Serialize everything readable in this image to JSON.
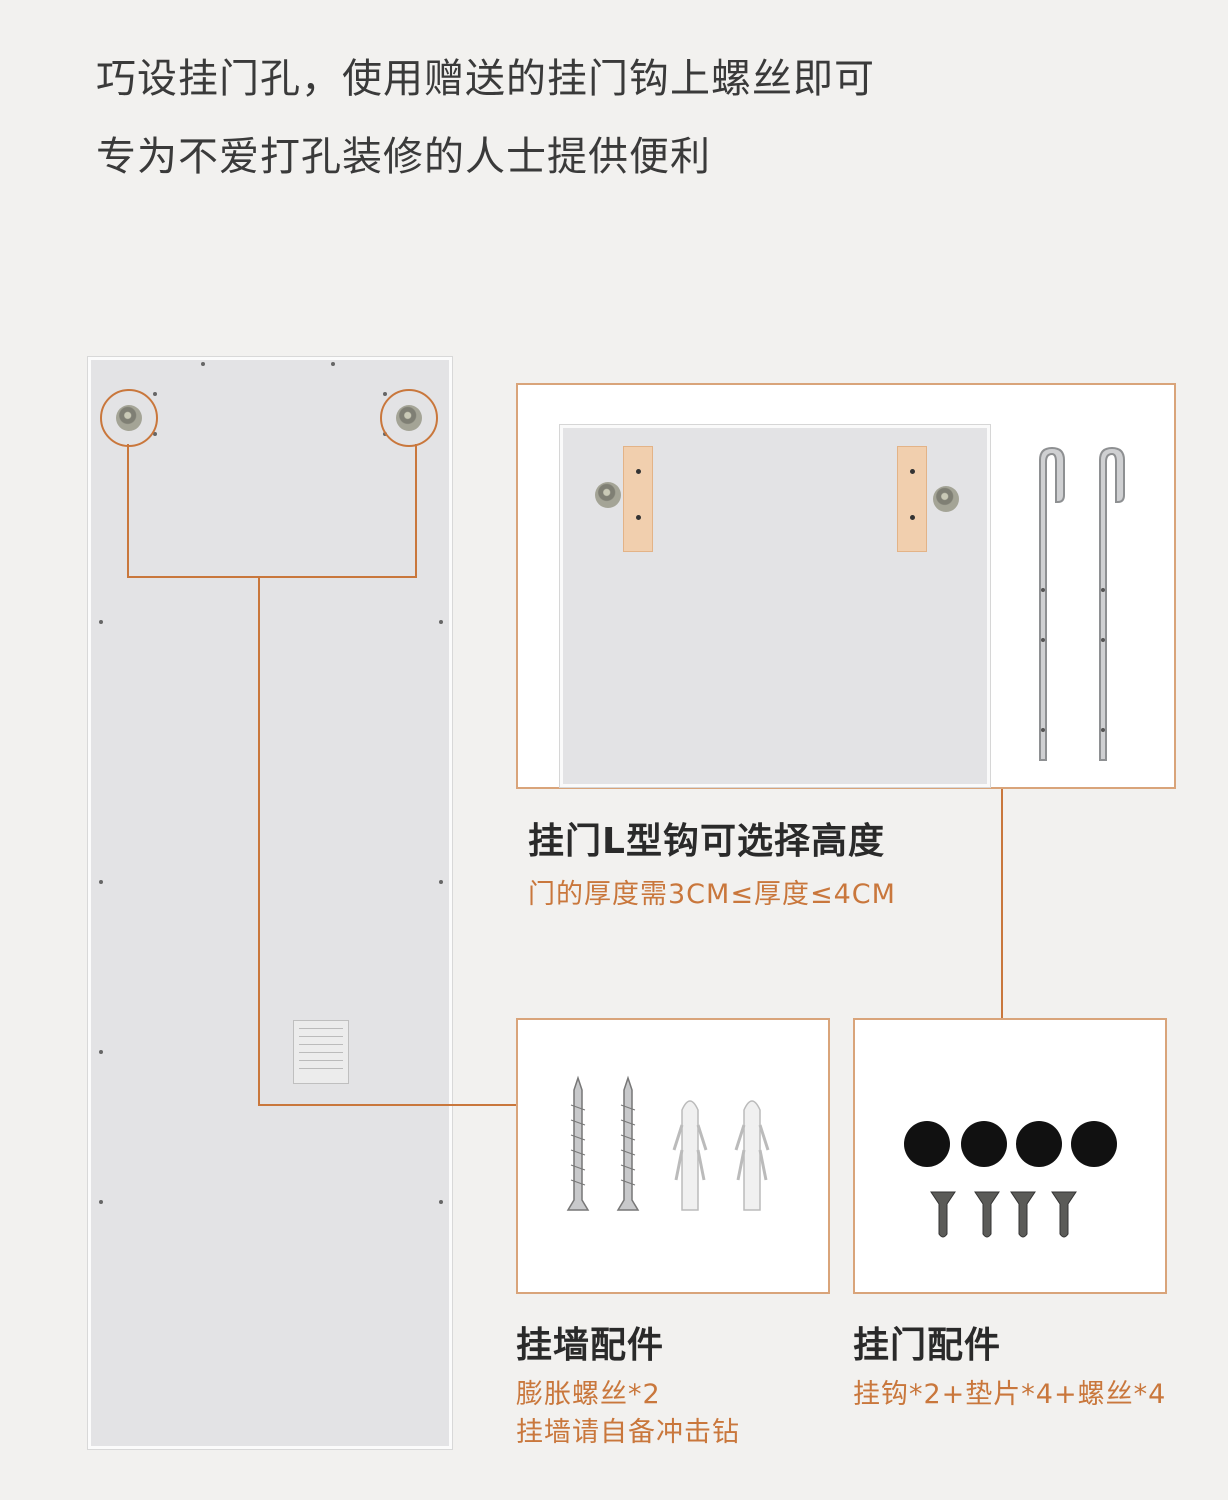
{
  "headline": {
    "line1": "巧设挂门孔，使用赠送的挂门钩上螺丝即可",
    "line2": "专为不爱打孔装修的人士提供便利"
  },
  "hook_section": {
    "title": "挂门L型钩可选择高度",
    "note": "门的厚度需3CM≤厚度≤4CM"
  },
  "wall_accessories": {
    "title": "挂墙配件",
    "line1": "膨胀螺丝*2",
    "line2": "挂墙请自备冲击钻"
  },
  "door_accessories": {
    "title": "挂门配件",
    "line1": "挂钩*2+垫片*4+螺丝*4"
  },
  "colors": {
    "accent": "#c9773c",
    "text": "#3a3a3a",
    "background": "#f2f1ef"
  },
  "icons": [
    "mounting-hole-icon",
    "door-hook-icon",
    "screw-icon",
    "wall-anchor-icon",
    "felt-pad-icon"
  ]
}
